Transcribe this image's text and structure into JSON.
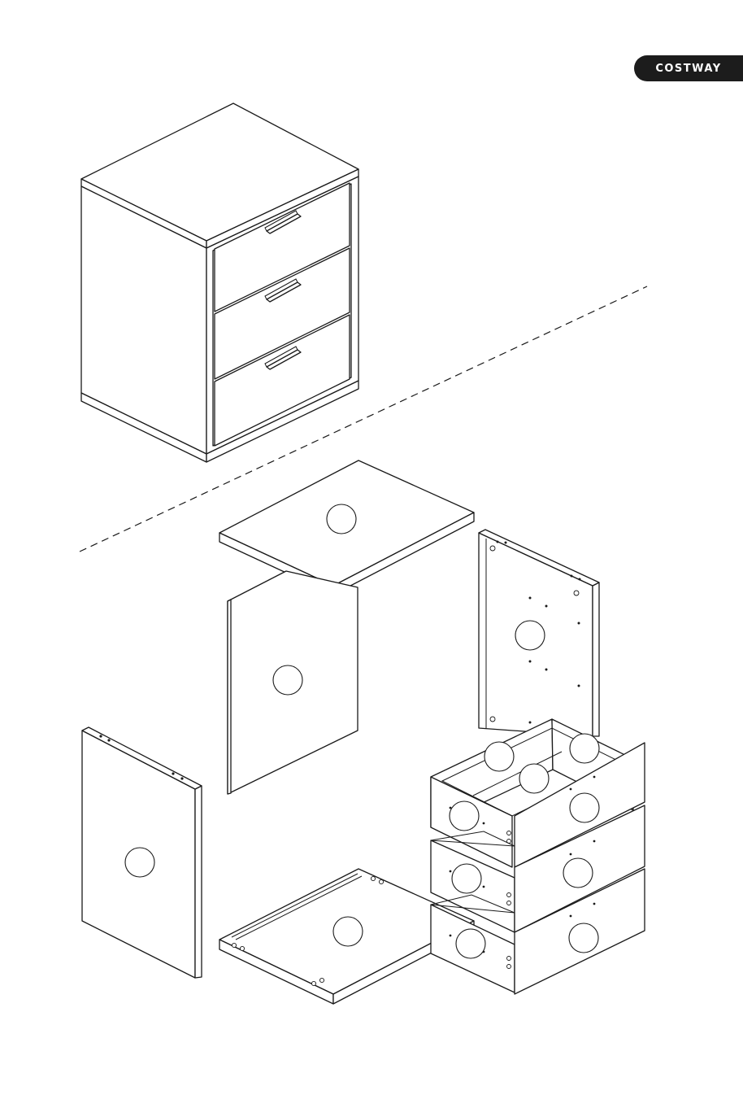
{
  "brand": {
    "logo_text": "COSTWAY",
    "badge_color": "#1c1c1c",
    "text_color": "#ffffff"
  },
  "figures": {
    "assembled": "assembled-three-drawer-cabinet",
    "exploded": "exploded-view-of-parts"
  },
  "colors": {
    "line": "#1a1a1a",
    "background": "#ffffff"
  }
}
